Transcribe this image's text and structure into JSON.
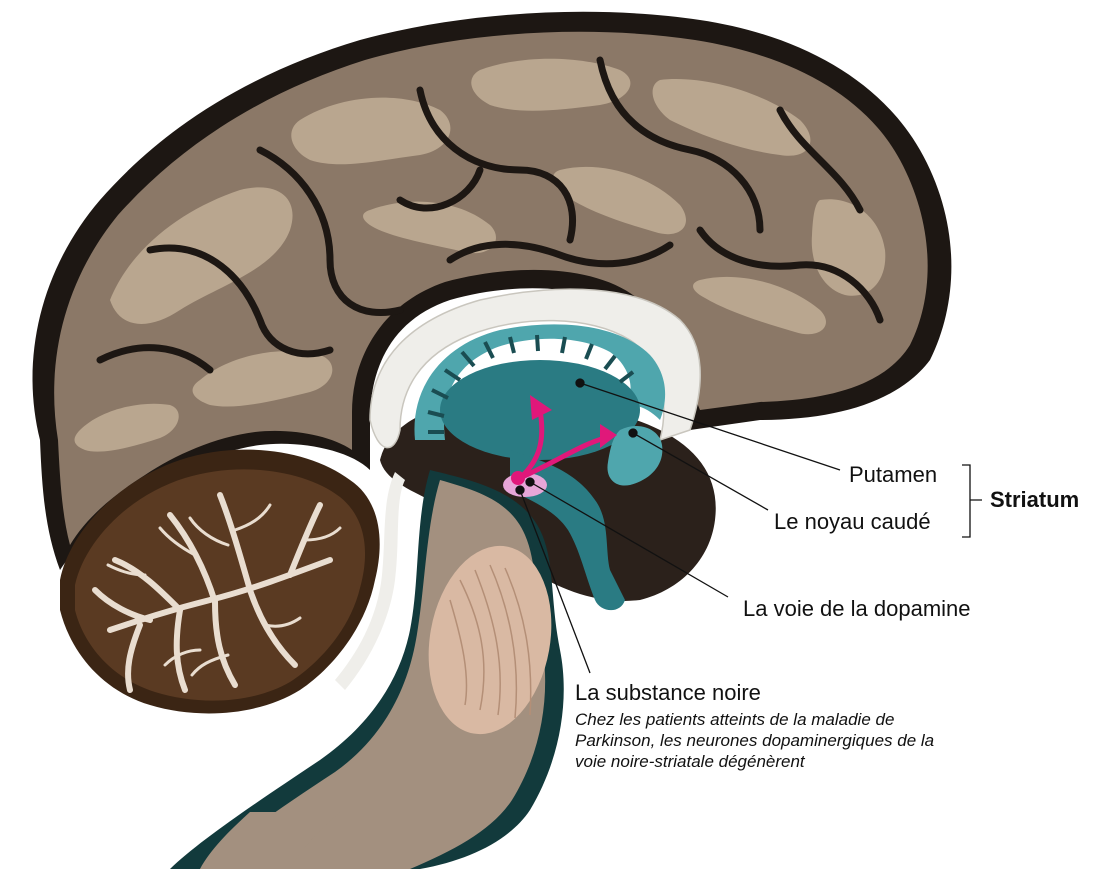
{
  "labels": {
    "putamen": "Putamen",
    "caudate": "Le noyau caudé",
    "striatum": "Striatum",
    "dopamine_pathway": "La voie de la dopamine",
    "substantia_nigra": "La substance noire",
    "description_lines": [
      "Chez les patients atteints de la maladie de",
      "Parkinson, les neurones dopaminergiques de la",
      "voie noire-striatale dégénèrent"
    ]
  },
  "colors": {
    "cortex_outer": "#8b7867",
    "cortex_inner": "#b9a68f",
    "sulci": "#1d1713",
    "cerebellum": "#5a3a22",
    "cerebellum_branches": "#e9ddd0",
    "striatum": "#2a7b83",
    "striatum_light": "#4fa6ad",
    "corpus_callosum": "#efeeea",
    "brainstem": "#a3907f",
    "pons": "#d9b9a3",
    "dark_core": "#2b211b",
    "pathway": "#e0187a",
    "nigra": "#e7a6d8"
  }
}
